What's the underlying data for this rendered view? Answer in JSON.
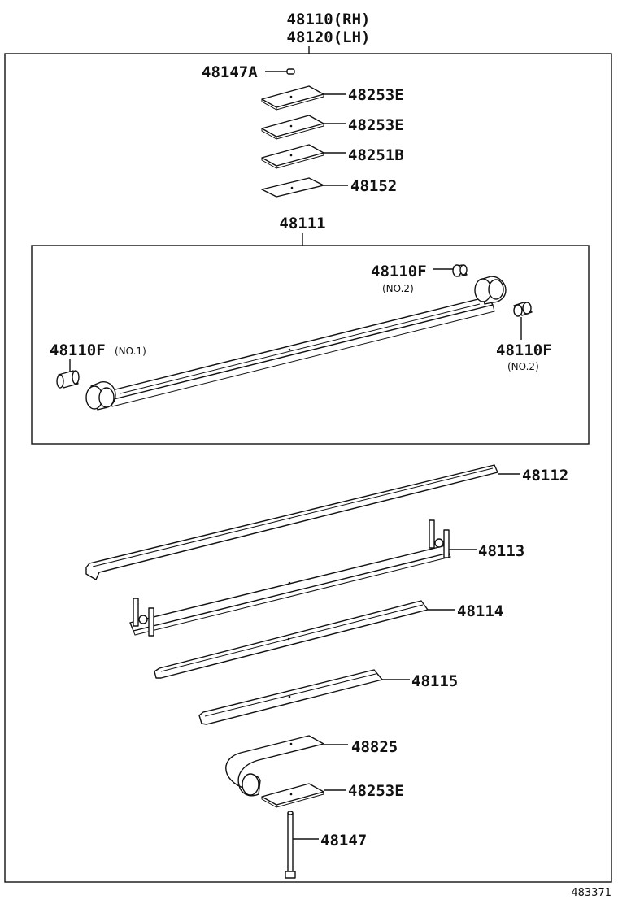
{
  "assembly": {
    "number_rh": "48110(RH)",
    "number_lh": "48120(LH)"
  },
  "subassembly": {
    "number": "48111"
  },
  "parts": {
    "p48147A": "48147A",
    "p48253E_1": "48253E",
    "p48253E_2": "48253E",
    "p48251B": "48251B",
    "p48152": "48152",
    "p48110F_no1": "48110F",
    "p48110F_no1_note": "(NO.1)",
    "p48110F_no2a": "48110F",
    "p48110F_no2a_note": "(NO.2)",
    "p48110F_no2b": "48110F",
    "p48110F_no2b_note": "(NO.2)",
    "p48112": "48112",
    "p48113": "48113",
    "p48114": "48114",
    "p48115": "48115",
    "p48825": "48825",
    "p48253E_3": "48253E",
    "p48147": "48147"
  },
  "figure_ref": "483371"
}
